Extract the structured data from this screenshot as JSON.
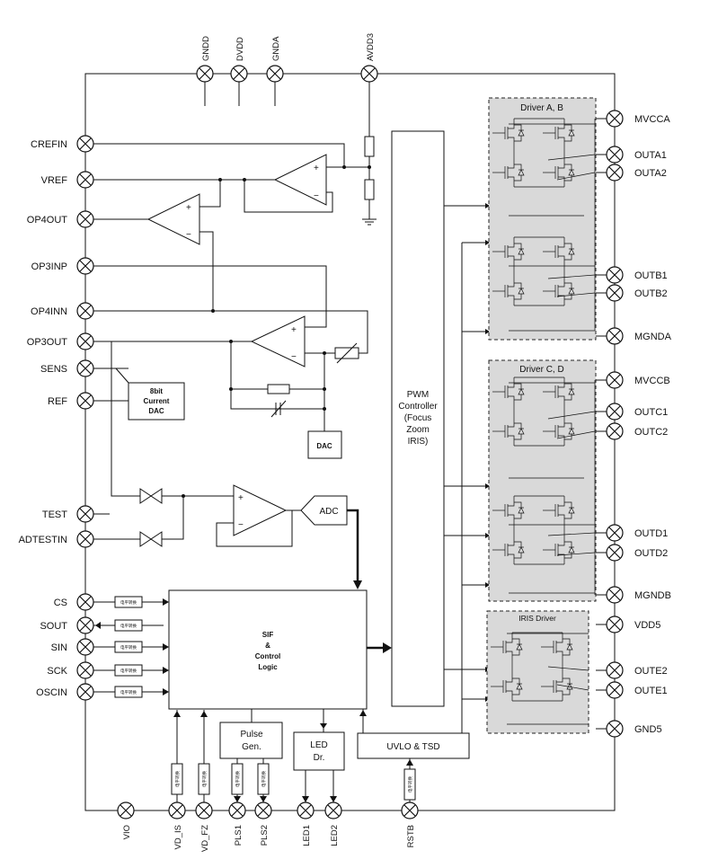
{
  "pins_left": [
    {
      "name": "CREFIN"
    },
    {
      "name": "VREF"
    },
    {
      "name": "OP4OUT"
    },
    {
      "name": "OP3INP"
    },
    {
      "name": "OP4INN"
    },
    {
      "name": "OP3OUT"
    },
    {
      "name": "SENS"
    },
    {
      "name": "REF"
    },
    {
      "name": "TEST"
    },
    {
      "name": "ADTESTIN"
    },
    {
      "name": "CS"
    },
    {
      "name": "SOUT"
    },
    {
      "name": "SIN"
    },
    {
      "name": "SCK"
    },
    {
      "name": "OSCIN"
    }
  ],
  "pins_right": [
    {
      "name": "MVCCA"
    },
    {
      "name": "OUTA1"
    },
    {
      "name": "OUTA2"
    },
    {
      "name": "OUTB1"
    },
    {
      "name": "OUTB2"
    },
    {
      "name": "MGNDA"
    },
    {
      "name": "MVCCB"
    },
    {
      "name": "OUTC1"
    },
    {
      "name": "OUTC2"
    },
    {
      "name": "OUTD1"
    },
    {
      "name": "OUTD2"
    },
    {
      "name": "MGNDB"
    },
    {
      "name": "VDD5"
    },
    {
      "name": "OUTE2"
    },
    {
      "name": "OUTE1"
    },
    {
      "name": "GND5"
    }
  ],
  "pins_top": [
    {
      "name": "GNDD"
    },
    {
      "name": "DVDD"
    },
    {
      "name": "GNDA"
    },
    {
      "name": "AVDD3"
    }
  ],
  "pins_bottom": [
    {
      "name": "VIO"
    },
    {
      "name": "VD_IS"
    },
    {
      "name": "VD_FZ"
    },
    {
      "name": "PLS1"
    },
    {
      "name": "PLS2"
    },
    {
      "name": "LED1"
    },
    {
      "name": "LED2"
    },
    {
      "name": "RSTB"
    }
  ],
  "blocks": {
    "pwm": [
      "PWM",
      "Controller",
      "(Focus",
      "Zoom",
      "IRIS)"
    ],
    "dac8": [
      "8bit",
      "Current",
      "DAC"
    ],
    "dac": "DAC",
    "adc": "ADC",
    "sif": [
      "SIF",
      "&",
      "Control",
      "Logic"
    ],
    "pulse": [
      "Pulse",
      "Gen."
    ],
    "led": [
      "LED",
      "Dr."
    ],
    "uvlo": "UVLO & TSD"
  },
  "drivers": {
    "ab": "Driver A, B",
    "cd": "Driver C, D",
    "iris": "IRIS Driver"
  },
  "level_shifter_text": "电平转换"
}
